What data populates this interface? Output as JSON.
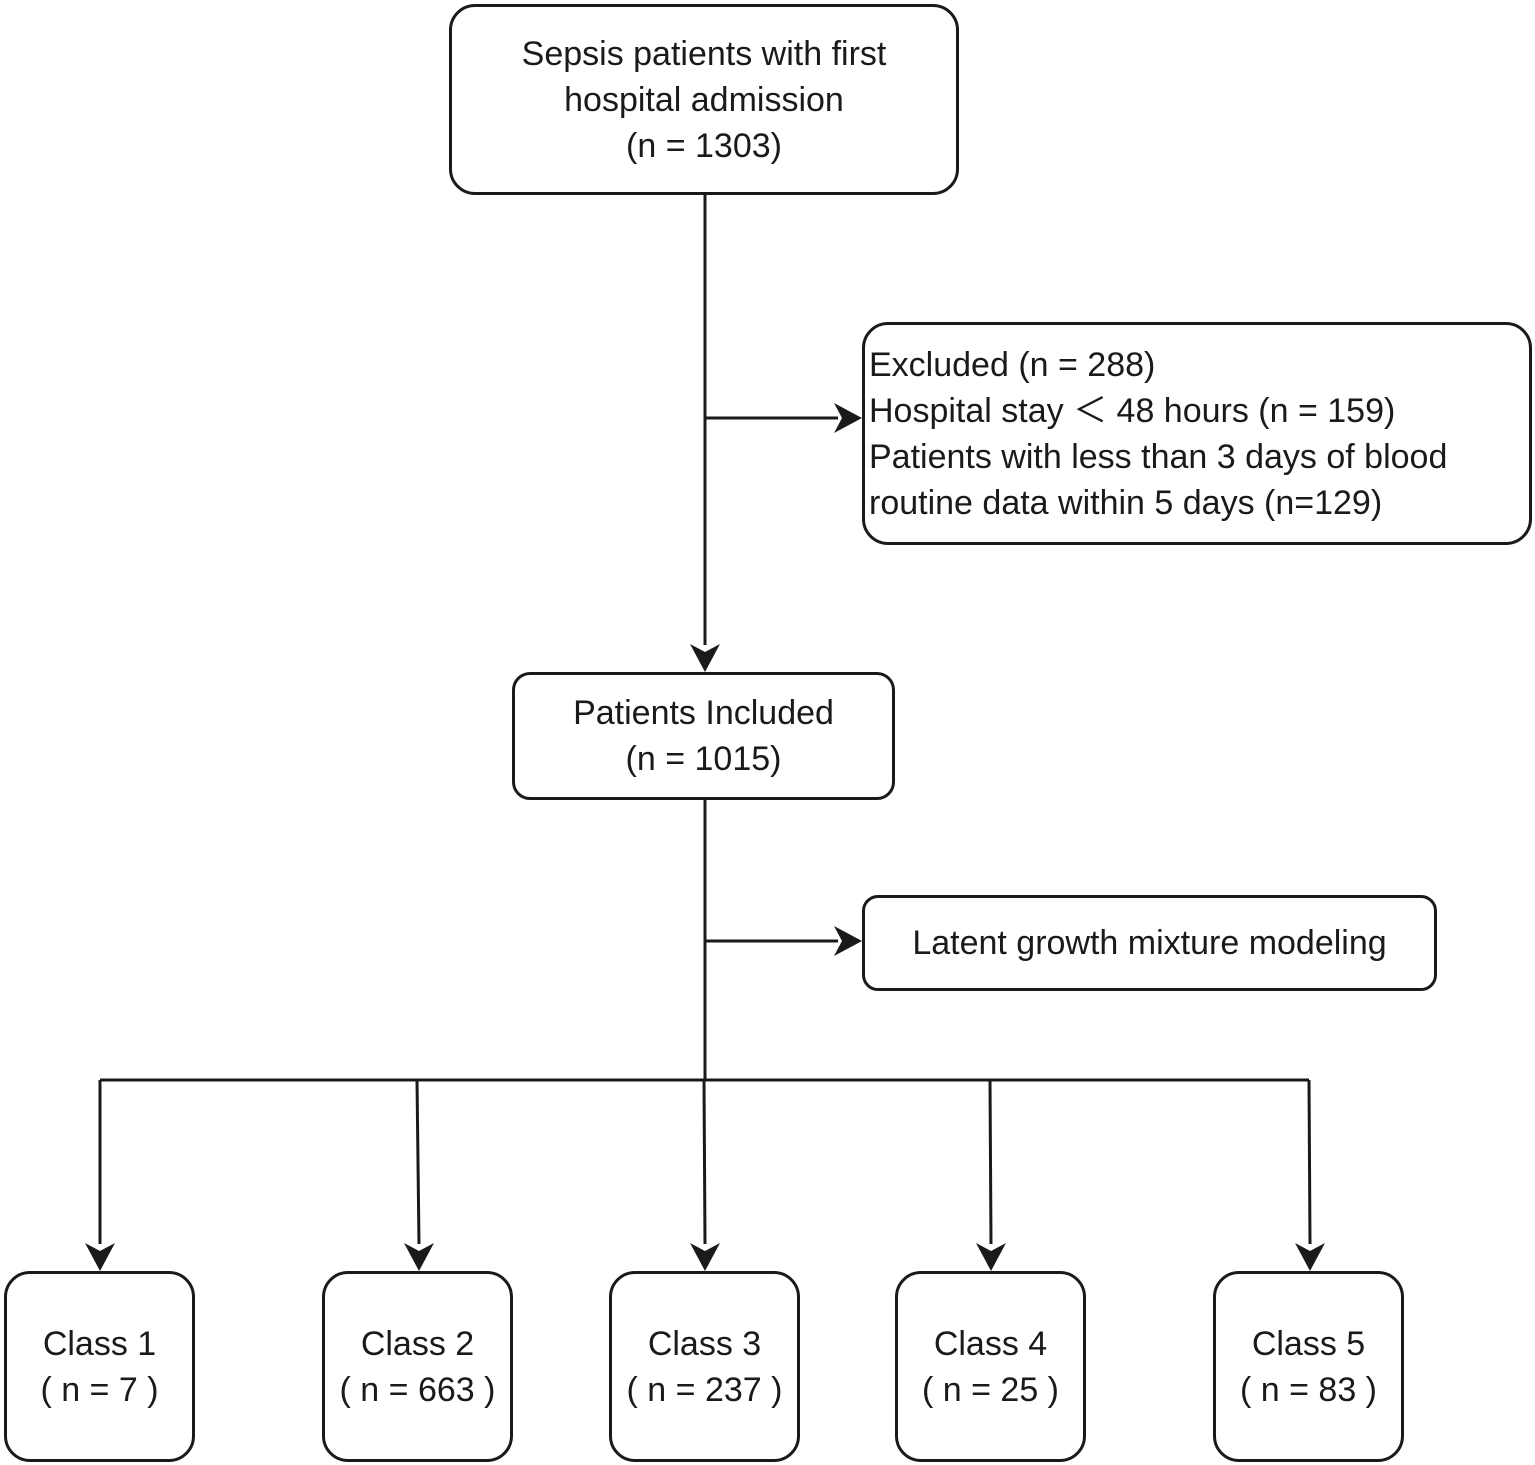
{
  "top": {
    "line1": "Sepsis patients with first",
    "line2": "hospital admission",
    "line3": "(n = 1303)"
  },
  "excluded": {
    "line1": "Excluded (n = 288)",
    "line2": "Hospital stay ＜ 48 hours (n = 159)",
    "line3": "Patients with less than 3 days of blood",
    "line4": "routine data within 5 days (n=129)"
  },
  "included": {
    "line1": "Patients Included",
    "line2": "(n = 1015)"
  },
  "lgmm": {
    "label": "Latent growth mixture modeling"
  },
  "classes": [
    {
      "name": "Class 1",
      "count": "( n = 7 )"
    },
    {
      "name": "Class 2",
      "count": "( n = 663 )"
    },
    {
      "name": "Class 3",
      "count": "( n = 237 )"
    },
    {
      "name": "Class 4",
      "count": "( n = 25 )"
    },
    {
      "name": "Class 5",
      "count": "( n = 83 )"
    }
  ]
}
